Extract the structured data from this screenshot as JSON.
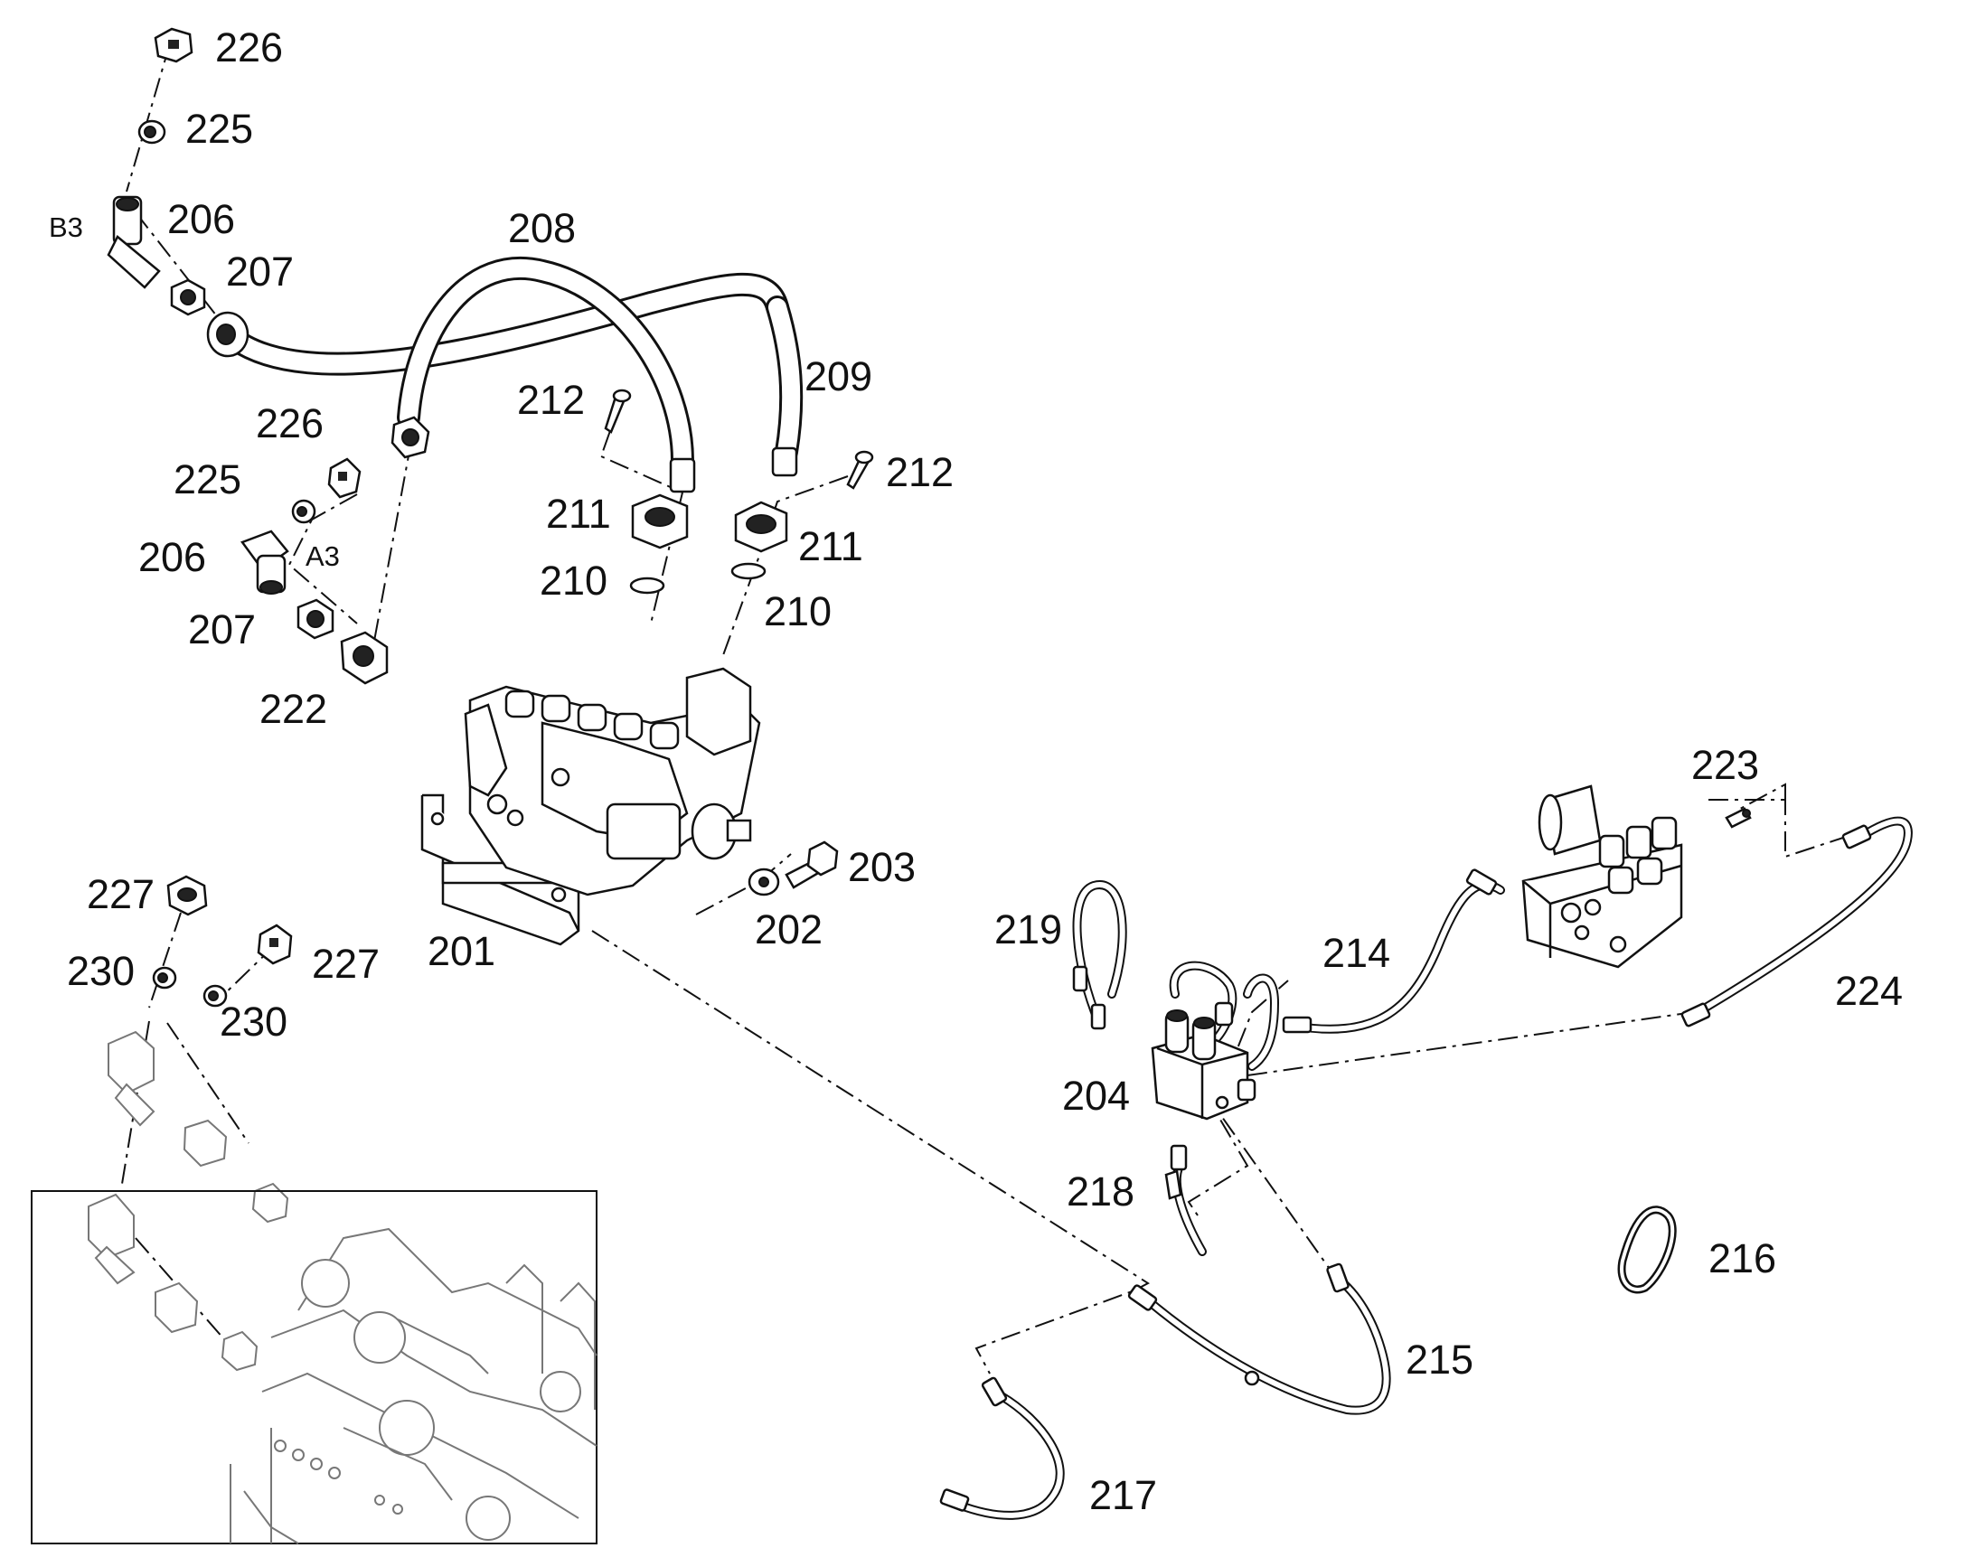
{
  "labels": {
    "l226a": "226",
    "l225a": "225",
    "l206a": "206",
    "lB3": "B3",
    "l207a": "207",
    "l208": "208",
    "l209": "209",
    "l212a": "212",
    "l212b": "212",
    "l226b": "226",
    "l225b": "225",
    "l206b": "206",
    "lA3": "A3",
    "l207b": "207",
    "l222": "222",
    "l211a": "211",
    "l211b": "211",
    "l210a": "210",
    "l210b": "210",
    "l203": "203",
    "l202": "202",
    "l201": "201",
    "l227a": "227",
    "l227b": "227",
    "l230a": "230",
    "l230b": "230",
    "l223": "223",
    "l224": "224",
    "l219": "219",
    "l214": "214",
    "l204": "204",
    "l218": "218",
    "l216": "216",
    "l215": "215",
    "l217": "217"
  },
  "colors": {
    "line": "#111111",
    "ghost": "#777777",
    "background": "#ffffff"
  }
}
